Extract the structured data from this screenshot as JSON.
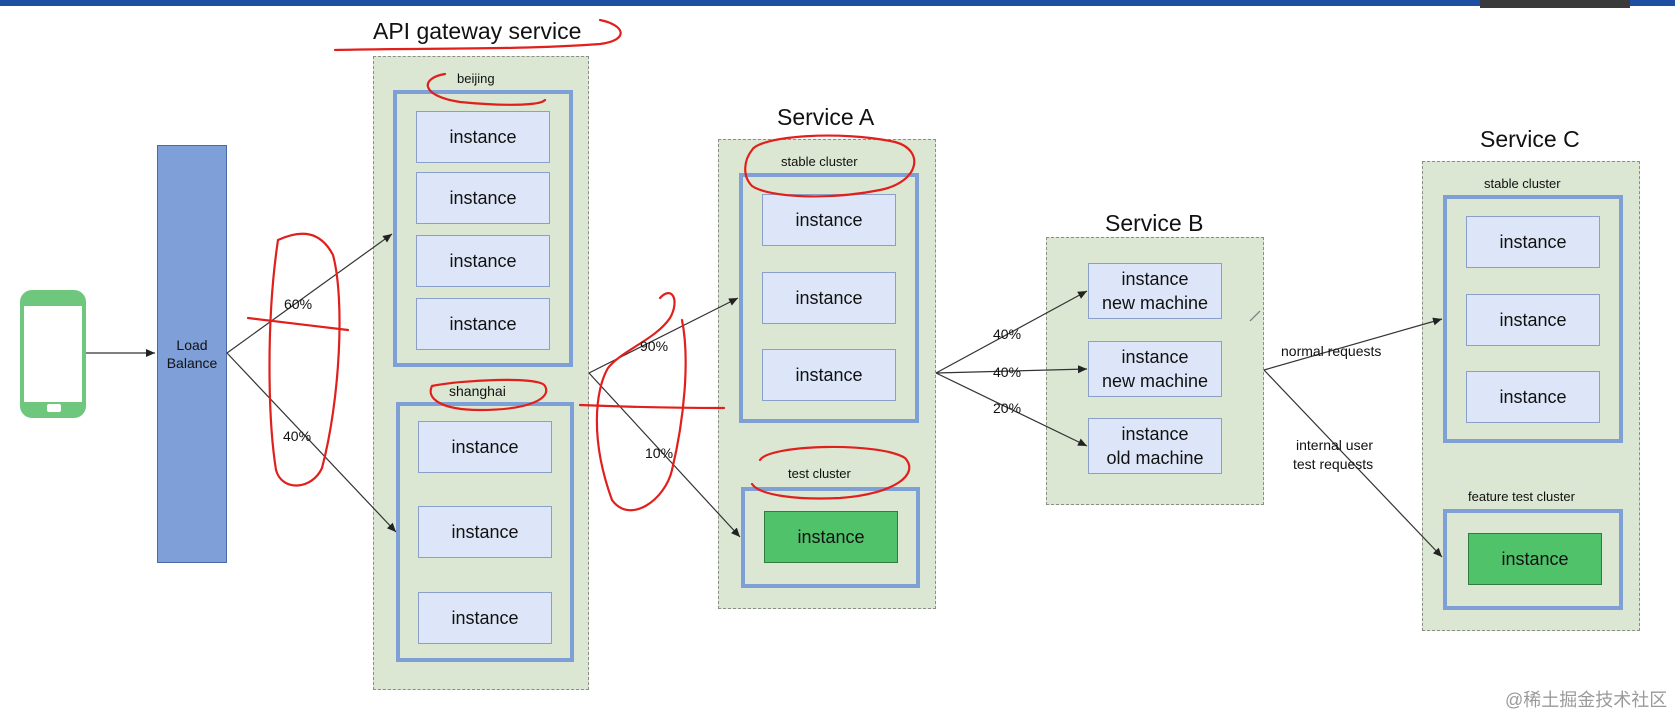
{
  "titles": {
    "api_gateway": "API gateway service",
    "service_a": "Service A",
    "service_b": "Service B",
    "service_c": "Service C"
  },
  "load_balance": {
    "line1": "Load",
    "line2": "Balance"
  },
  "gateway": {
    "beijing_label": "beijing",
    "shanghai_label": "shanghai",
    "beijing_instances": [
      "instance",
      "instance",
      "instance",
      "instance"
    ],
    "shanghai_instances": [
      "instance",
      "instance",
      "instance"
    ]
  },
  "service_a": {
    "stable_label": "stable cluster",
    "test_label": "test cluster",
    "stable_instances": [
      "instance",
      "instance",
      "instance"
    ],
    "test_instance": "instance"
  },
  "service_b": {
    "instances": [
      {
        "line1": "instance",
        "line2": "new machine"
      },
      {
        "line1": "instance",
        "line2": "new machine"
      },
      {
        "line1": "instance",
        "line2": "old machine"
      }
    ]
  },
  "service_c": {
    "stable_label": "stable cluster",
    "feature_label": "feature test cluster",
    "stable_instances": [
      "instance",
      "instance",
      "instance"
    ],
    "feature_instance": "instance"
  },
  "percentages": {
    "lb_beijing": "60%",
    "lb_shanghai": "40%",
    "gw_stable": "90%",
    "gw_test": "10%",
    "a_b1": "40%",
    "a_b2": "40%",
    "a_b3": "20%"
  },
  "edge_labels": {
    "normal": "normal requests",
    "internal_line1": "internal user",
    "internal_line2": "test requests"
  },
  "watermark": "@稀土掘金技术社区",
  "colors": {
    "group_fill": "#dbe6d3",
    "cluster_border": "#7ea0d6",
    "instance_fill": "#dde6f8",
    "instance_test_fill": "#4fc26a",
    "load_balance_fill": "#7e9fd7",
    "phone_color": "#6ec77c",
    "annotation_red": "#e0201c"
  }
}
